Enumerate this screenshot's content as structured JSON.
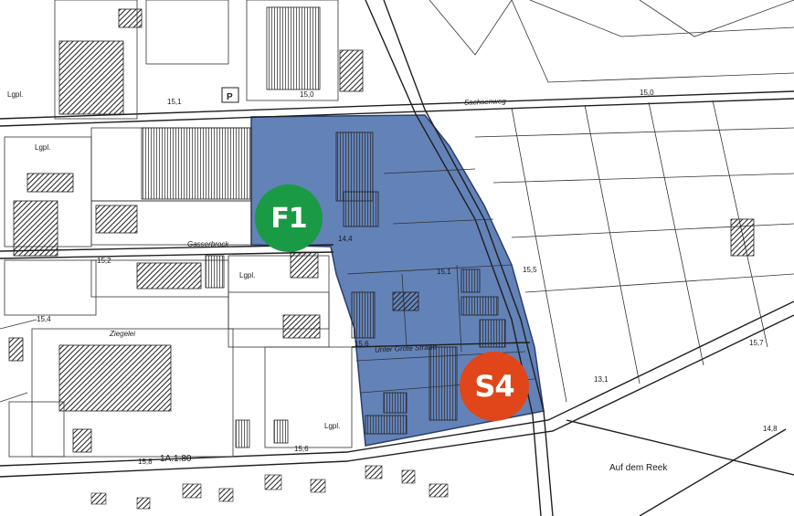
{
  "markers": {
    "f1": {
      "label": "F1",
      "color": "#1a9a45"
    },
    "s4": {
      "label": "S4",
      "color": "#e0461a"
    }
  },
  "colors": {
    "highlight_area": "#6382b8",
    "linework": "#1f1f1f"
  },
  "labels": {
    "auf_dem_reek": "Auf dem Reek",
    "ziegelei": "Ziegelei",
    "lgpl_1": "Lgpl.",
    "lgpl_2": "Lgpl.",
    "lgpl_3": "Lgpl.",
    "lgpl_4": "Lgpl.",
    "h15_1": "15,1",
    "h15_0a": "15,0",
    "h15_0b": "15,0",
    "h15_2": "15,2",
    "h14_4": "14,4",
    "h15_1b": "15,1",
    "h15_4": "15,4",
    "h13_1": "13,1",
    "h13_5": "15,6",
    "h15_7": "15,7",
    "h14_8": "14,8",
    "h15_5": "15,5",
    "h15_6b": "15,6",
    "h15_8": "15,8",
    "date": "1A.1.80",
    "street_top": "Sachsenweg",
    "street_mid": "Gasserbrock",
    "street_low": "Unter Grote Straße"
  }
}
